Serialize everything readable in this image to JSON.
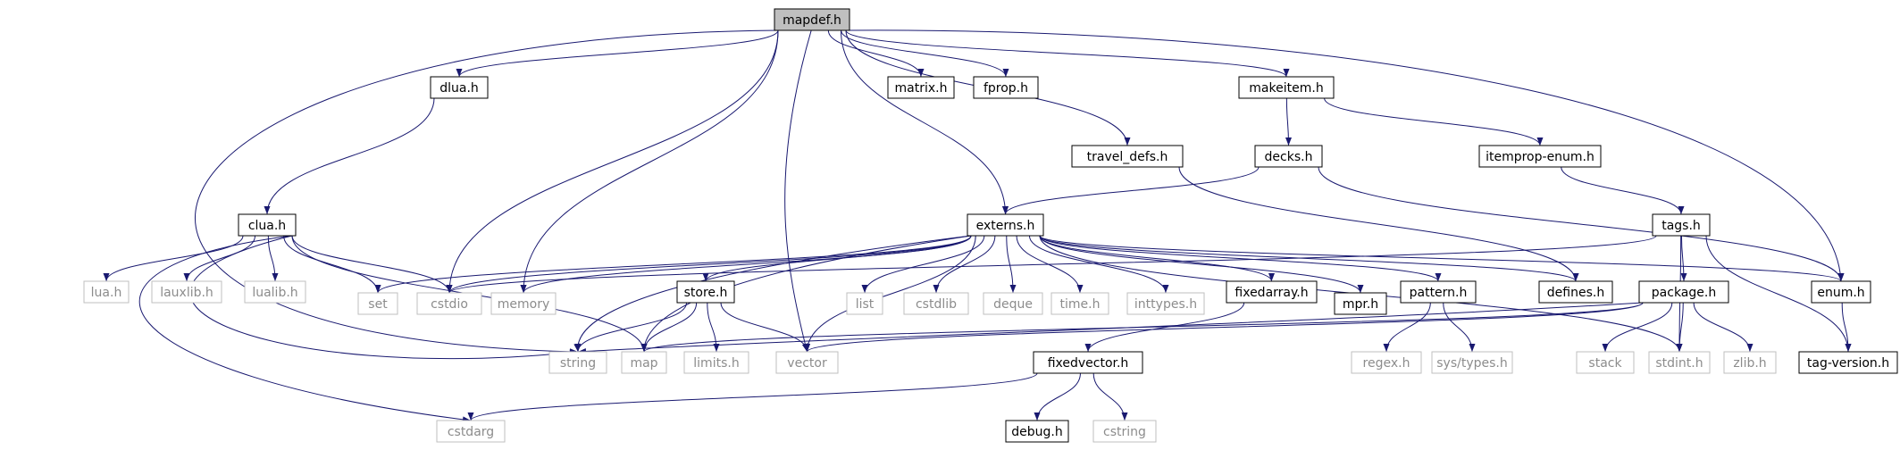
{
  "graph": {
    "colors": {
      "edge": "#191970",
      "local_border": "#000000",
      "system_border": "#bfbfbf",
      "system_text": "#8c8c8c",
      "root_fill": "#bfbfbf",
      "label": "#000000"
    },
    "nodes": [
      {
        "id": "mapdef",
        "label": "mapdef.h",
        "kind": "root"
      },
      {
        "id": "dlua",
        "label": "dlua.h",
        "kind": "local"
      },
      {
        "id": "matrix",
        "label": "matrix.h",
        "kind": "local"
      },
      {
        "id": "fprop",
        "label": "fprop.h",
        "kind": "local"
      },
      {
        "id": "makeitem",
        "label": "makeitem.h",
        "kind": "local"
      },
      {
        "id": "travel_defs",
        "label": "travel_defs.h",
        "kind": "local"
      },
      {
        "id": "decks",
        "label": "decks.h",
        "kind": "local"
      },
      {
        "id": "itemprop_enum",
        "label": "itemprop-enum.h",
        "kind": "local"
      },
      {
        "id": "clua",
        "label": "clua.h",
        "kind": "local"
      },
      {
        "id": "externs",
        "label": "externs.h",
        "kind": "local"
      },
      {
        "id": "tags",
        "label": "tags.h",
        "kind": "local"
      },
      {
        "id": "lua",
        "label": "lua.h",
        "kind": "system"
      },
      {
        "id": "lauxlib",
        "label": "lauxlib.h",
        "kind": "system"
      },
      {
        "id": "lualib",
        "label": "lualib.h",
        "kind": "system"
      },
      {
        "id": "set",
        "label": "set",
        "kind": "system"
      },
      {
        "id": "cstdio",
        "label": "cstdio",
        "kind": "system"
      },
      {
        "id": "memory",
        "label": "memory",
        "kind": "system"
      },
      {
        "id": "store",
        "label": "store.h",
        "kind": "local"
      },
      {
        "id": "list",
        "label": "list",
        "kind": "system"
      },
      {
        "id": "cstdlib",
        "label": "cstdlib",
        "kind": "system"
      },
      {
        "id": "deque",
        "label": "deque",
        "kind": "system"
      },
      {
        "id": "time",
        "label": "time.h",
        "kind": "system"
      },
      {
        "id": "inttypes",
        "label": "inttypes.h",
        "kind": "system"
      },
      {
        "id": "fixedarray",
        "label": "fixedarray.h",
        "kind": "local"
      },
      {
        "id": "mpr",
        "label": "mpr.h",
        "kind": "local"
      },
      {
        "id": "pattern",
        "label": "pattern.h",
        "kind": "local"
      },
      {
        "id": "defines",
        "label": "defines.h",
        "kind": "local"
      },
      {
        "id": "enum",
        "label": "enum.h",
        "kind": "local"
      },
      {
        "id": "package",
        "label": "package.h",
        "kind": "local"
      },
      {
        "id": "string",
        "label": "string",
        "kind": "system"
      },
      {
        "id": "map",
        "label": "map",
        "kind": "system"
      },
      {
        "id": "limits",
        "label": "limits.h",
        "kind": "system"
      },
      {
        "id": "vector",
        "label": "vector",
        "kind": "system"
      },
      {
        "id": "fixedvector",
        "label": "fixedvector.h",
        "kind": "local"
      },
      {
        "id": "regex",
        "label": "regex.h",
        "kind": "system"
      },
      {
        "id": "sys_types",
        "label": "sys/types.h",
        "kind": "system"
      },
      {
        "id": "stack",
        "label": "stack",
        "kind": "system"
      },
      {
        "id": "stdint",
        "label": "stdint.h",
        "kind": "system"
      },
      {
        "id": "zlib",
        "label": "zlib.h",
        "kind": "system"
      },
      {
        "id": "tag_version",
        "label": "tag-version.h",
        "kind": "local"
      },
      {
        "id": "cstdarg",
        "label": "cstdarg",
        "kind": "system"
      },
      {
        "id": "debug",
        "label": "debug.h",
        "kind": "local"
      },
      {
        "id": "cstring",
        "label": "cstring",
        "kind": "system"
      }
    ],
    "edges": [
      [
        "mapdef",
        "dlua"
      ],
      [
        "mapdef",
        "matrix"
      ],
      [
        "mapdef",
        "fprop"
      ],
      [
        "mapdef",
        "makeitem"
      ],
      [
        "mapdef",
        "travel_defs"
      ],
      [
        "mapdef",
        "externs"
      ],
      [
        "mapdef",
        "cstdio"
      ],
      [
        "mapdef",
        "memory"
      ],
      [
        "mapdef",
        "vector"
      ],
      [
        "mapdef",
        "string"
      ],
      [
        "mapdef",
        "enum"
      ],
      [
        "dlua",
        "clua"
      ],
      [
        "clua",
        "lua"
      ],
      [
        "clua",
        "lauxlib"
      ],
      [
        "clua",
        "lualib"
      ],
      [
        "clua",
        "set"
      ],
      [
        "clua",
        "cstdio"
      ],
      [
        "clua",
        "string"
      ],
      [
        "clua",
        "map"
      ],
      [
        "clua",
        "cstdarg"
      ],
      [
        "makeitem",
        "decks"
      ],
      [
        "makeitem",
        "itemprop_enum"
      ],
      [
        "itemprop_enum",
        "tags"
      ],
      [
        "decks",
        "externs"
      ],
      [
        "decks",
        "enum"
      ],
      [
        "travel_defs",
        "defines"
      ],
      [
        "externs",
        "set"
      ],
      [
        "externs",
        "cstdio"
      ],
      [
        "externs",
        "memory"
      ],
      [
        "externs",
        "store"
      ],
      [
        "externs",
        "list"
      ],
      [
        "externs",
        "cstdlib"
      ],
      [
        "externs",
        "deque"
      ],
      [
        "externs",
        "time"
      ],
      [
        "externs",
        "inttypes"
      ],
      [
        "externs",
        "fixedarray"
      ],
      [
        "externs",
        "mpr"
      ],
      [
        "externs",
        "pattern"
      ],
      [
        "externs",
        "defines"
      ],
      [
        "externs",
        "enum"
      ],
      [
        "externs",
        "string"
      ],
      [
        "externs",
        "map"
      ],
      [
        "externs",
        "vector"
      ],
      [
        "externs",
        "stdint"
      ],
      [
        "tags",
        "cstdio"
      ],
      [
        "tags",
        "package"
      ],
      [
        "tags",
        "stdint"
      ],
      [
        "tags",
        "tag_version"
      ],
      [
        "store",
        "string"
      ],
      [
        "store",
        "map"
      ],
      [
        "store",
        "limits"
      ],
      [
        "store",
        "vector"
      ],
      [
        "fixedarray",
        "fixedvector"
      ],
      [
        "pattern",
        "regex"
      ],
      [
        "pattern",
        "sys_types"
      ],
      [
        "package",
        "map"
      ],
      [
        "package",
        "string"
      ],
      [
        "package",
        "vector"
      ],
      [
        "package",
        "stack"
      ],
      [
        "package",
        "stdint"
      ],
      [
        "package",
        "zlib"
      ],
      [
        "enum",
        "tag_version"
      ],
      [
        "fixedvector",
        "cstdarg"
      ],
      [
        "fixedvector",
        "debug"
      ],
      [
        "fixedvector",
        "cstring"
      ]
    ]
  }
}
